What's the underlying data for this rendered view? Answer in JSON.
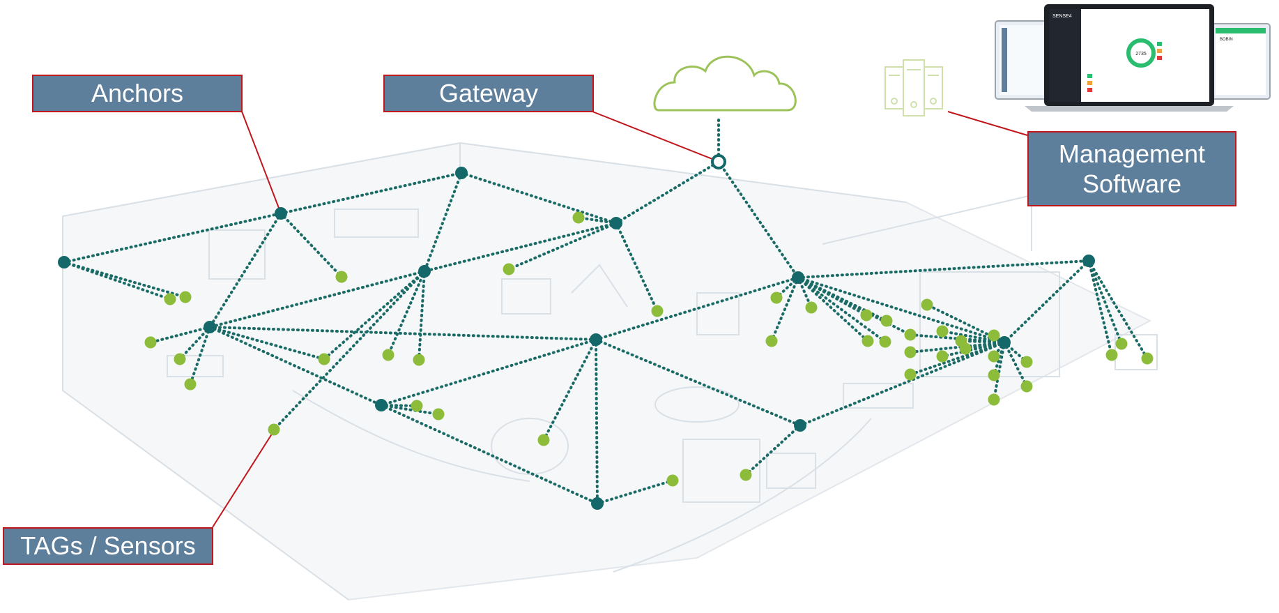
{
  "labels": {
    "anchors": "Anchors",
    "gateway": "Gateway",
    "management": "Management Software",
    "tags": "TAGs / Sensors"
  },
  "dashboard": {
    "brand": "SENSE4",
    "gauge_value": "2735",
    "mobile_title": "BOBIN"
  },
  "colors": {
    "anchor": "#15686a",
    "tag": "#8dbb3a",
    "link": "#1a6b66",
    "label_fill": "#5e7f9c",
    "label_border": "#c0161c",
    "leader": "#c0161c",
    "cloud": "#9cc25a"
  },
  "icons": [
    "cloud-icon",
    "server-icon",
    "laptop-icon",
    "phone-icon",
    "tablet-icon"
  ]
}
